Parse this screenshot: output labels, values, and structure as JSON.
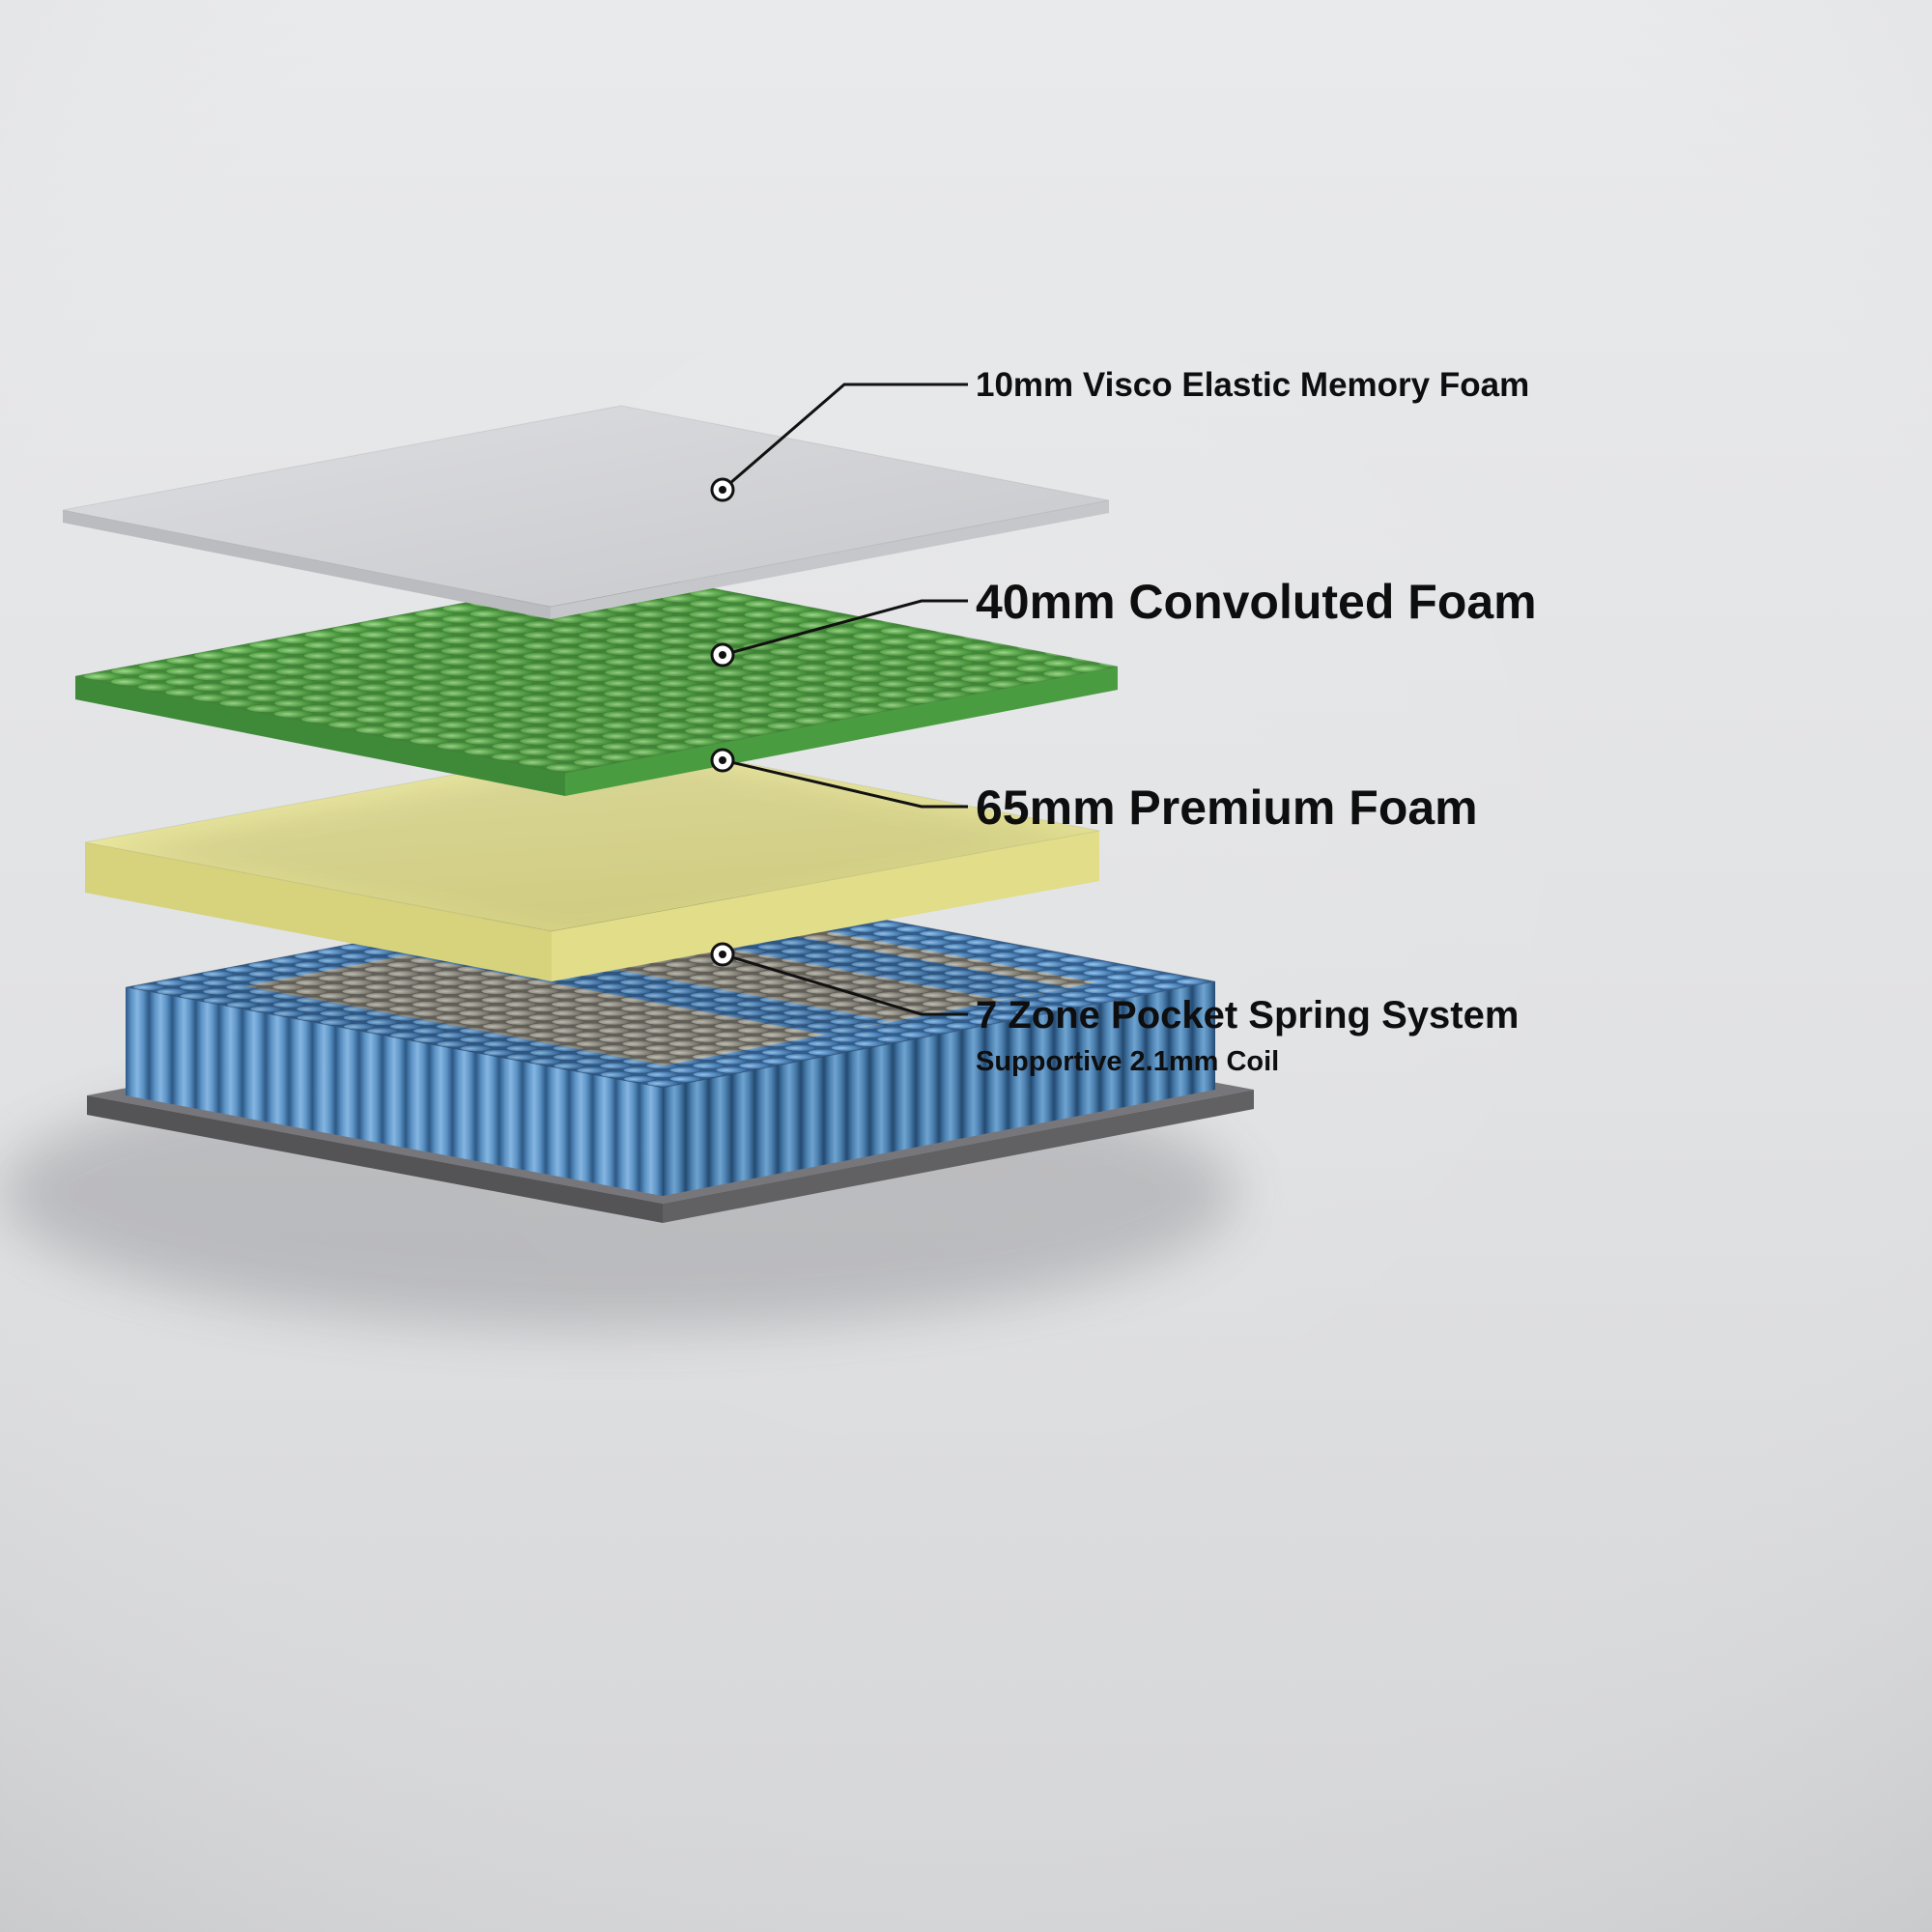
{
  "diagram": {
    "type": "product-layers-exploded-diagram",
    "subject": "Mattress construction layers",
    "background_color": "#e4e5e7",
    "callout_color": "#111111",
    "layers": [
      {
        "id": "visco-memory-foam",
        "label": "10mm Visco Elastic Memory Foam",
        "color": "#d3d4d6"
      },
      {
        "id": "convoluted-foam",
        "label": "40mm Convoluted Foam",
        "color": "#5aa84f"
      },
      {
        "id": "premium-foam",
        "label": "65mm Premium Foam",
        "color": "#ece99c"
      },
      {
        "id": "pocket-spring-system",
        "label": "7 Zone Pocket Spring System",
        "sublabel": "Supportive 2.1mm Coil",
        "color": "#4d84b8",
        "zone_color": "#b3b0a6",
        "base_color": "#5a5a5e"
      }
    ]
  }
}
